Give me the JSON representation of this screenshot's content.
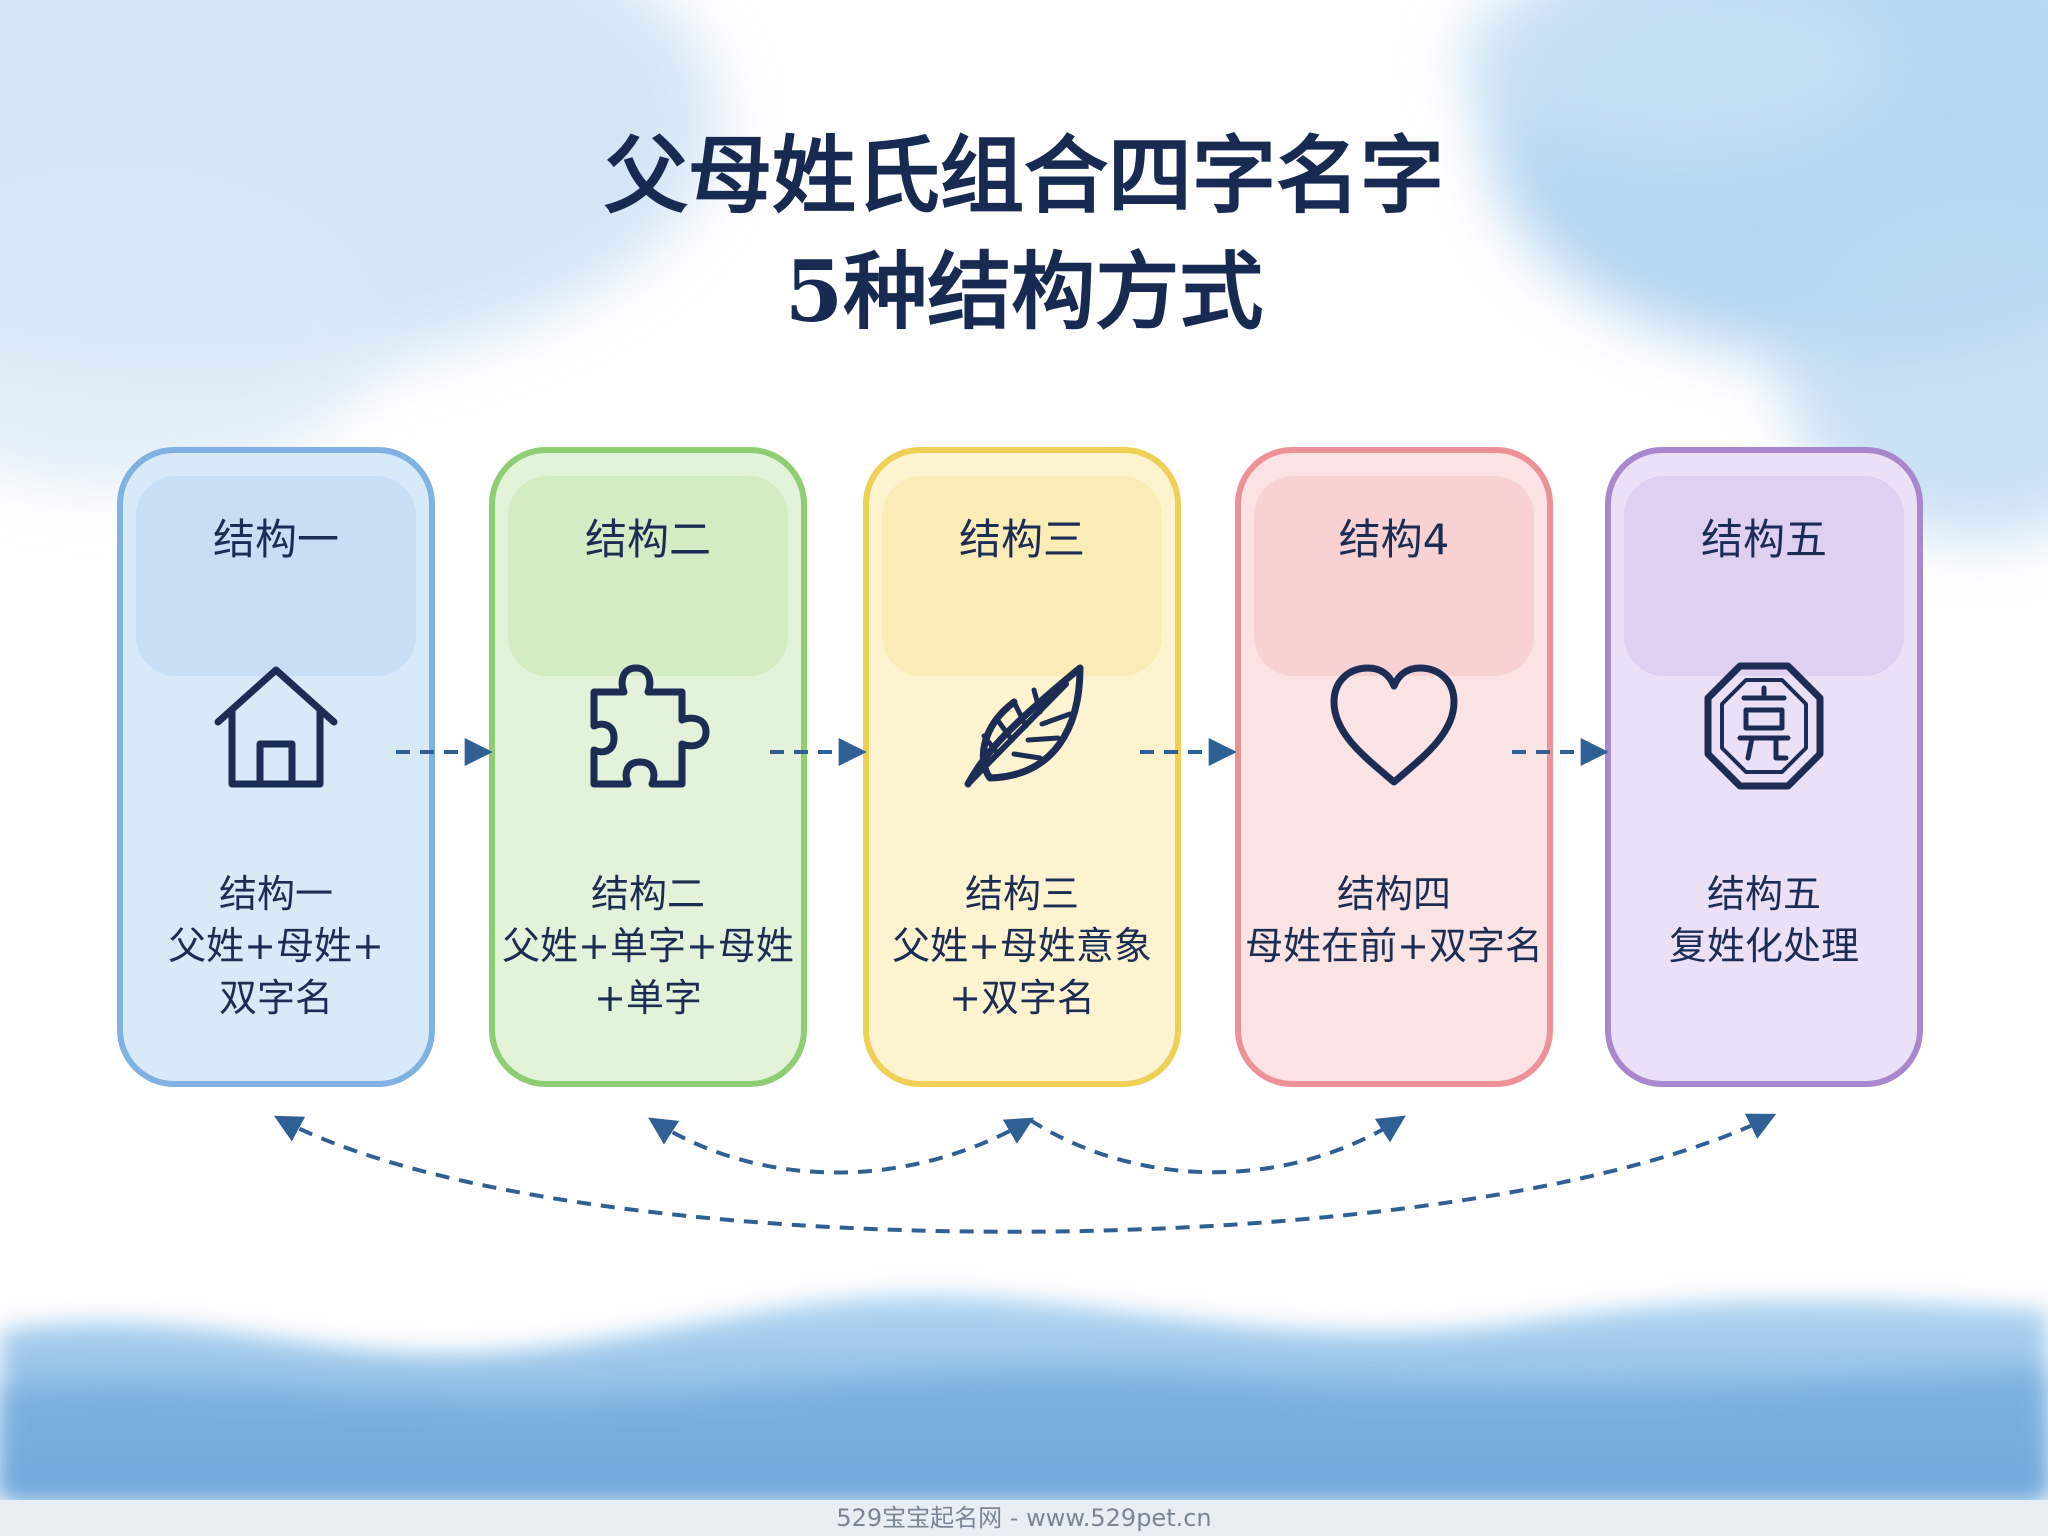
{
  "title": {
    "line1": "父母姓氏组合四字名字",
    "line2": "5种结构方式"
  },
  "cards": [
    {
      "heading": "结构一",
      "icon": "house-icon",
      "lines": [
        "结构一",
        "父姓+母姓+",
        "双字名"
      ],
      "color": "#6aa3dc"
    },
    {
      "heading": "结构二",
      "icon": "puzzle-piece-icon",
      "lines": [
        "结构二",
        "父姓+单字+母姓",
        "+单字"
      ],
      "color": "#8ccf6e"
    },
    {
      "heading": "结构三",
      "icon": "leaf-icon",
      "lines": [
        "结构三",
        "父姓+母姓意象",
        "+双字名"
      ],
      "color": "#f2cf52"
    },
    {
      "heading": "结构4",
      "icon": "heart-icon",
      "lines": [
        "结构四",
        "母姓在前+双字名"
      ],
      "color": "#ee8f95"
    },
    {
      "heading": "结构五",
      "icon": "seal-emblem-icon",
      "lines": [
        "结构五",
        "复姓化处理"
      ],
      "color": "#a783cf"
    }
  ],
  "colors": {
    "ink": "#1b2d55",
    "arrow": "#2e5f95",
    "watercolor_blue": "#8fc0e6"
  },
  "footer": {
    "text": "529宝宝起名网 - www.529pet.cn"
  }
}
